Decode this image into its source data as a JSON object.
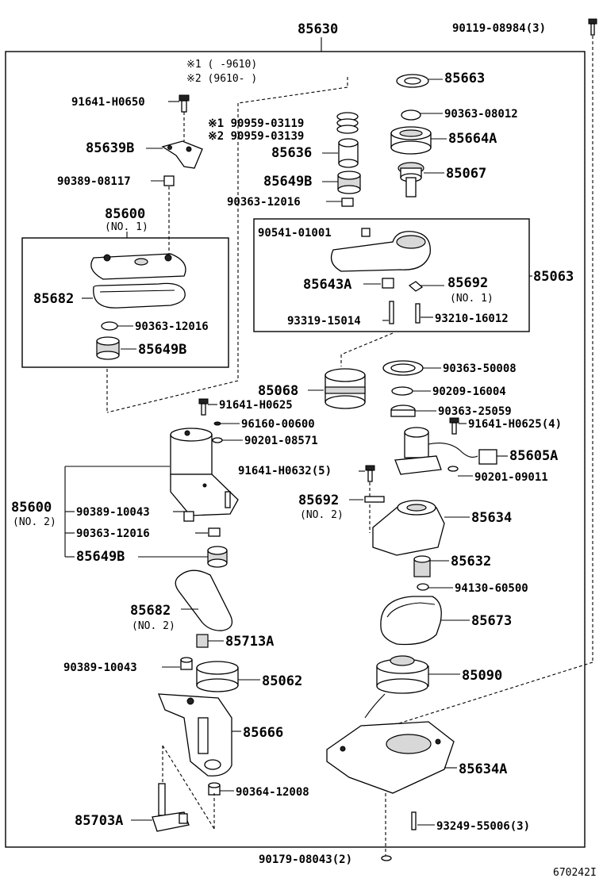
{
  "diagram_code": "670242I",
  "assembly_number": "85630",
  "notes": {
    "note1": "※1 (  -9610)",
    "note2": "※2 (9610-  )"
  },
  "subassemblies": {
    "a85600_1": {
      "number": "85600",
      "suffix": "(NO. 1)"
    },
    "a85600_2": {
      "number": "85600",
      "suffix": "(NO. 2)"
    },
    "a85063": {
      "number": "85063"
    }
  },
  "parts": {
    "p90119": "90119-08984(3)",
    "p85663": "85663",
    "p90363_08012": "90363-08012",
    "p85664A": "85664A",
    "p85067": "85067",
    "p91641_H0650": "91641-H0650",
    "p90959_03119": "※1 90959-03119",
    "p90959_03139": "※2 90959-03139",
    "p85636": "85636",
    "p85639B": "85639B",
    "p90389_08117": "90389-08117",
    "p85649B_top": "85649B",
    "p90363_12016_top": "90363-12016",
    "p90541_01001": "90541-01001",
    "p85643A": "85643A",
    "p85692_1": "85692",
    "p85692_1_suffix": "(NO. 1)",
    "p93319_15014": "93319-15014",
    "p93210_16012": "93210-16012",
    "p85682_1": "85682",
    "p90363_12016_box": "90363-12016",
    "p85649B_box": "85649B",
    "p90363_50008": "90363-50008",
    "p85068": "85068",
    "p90209_16004": "90209-16004",
    "p91641_H0625": "91641-H0625",
    "p90363_25059": "90363-25059",
    "p96160_00600": "96160-00600",
    "p91641_H0625_4": "91641-H0625(4)",
    "p90201_08571": "90201-08571",
    "p85605A": "85605A",
    "p91641_H0632": "91641-H0632(5)",
    "p90201_09011": "90201-09011",
    "p90389_10043_a": "90389-10043",
    "p85692_2": "85692",
    "p85692_2_suffix": "(NO. 2)",
    "p85634": "85634",
    "p90363_12016_low": "90363-12016",
    "p85649B_low": "85649B",
    "p85632": "85632",
    "p94130_60500": "94130-60500",
    "p85682_2": "85682",
    "p85682_2_suffix": "(NO. 2)",
    "p85673": "85673",
    "p85713A": "85713A",
    "p90389_10043_b": "90389-10043",
    "p85062": "85062",
    "p85090": "85090",
    "p85666": "85666",
    "p85634A": "85634A",
    "p90364_12008": "90364-12008",
    "p85703A": "85703A",
    "p93249_55006": "93249-55006(3)",
    "p90179_08043": "90179-08043(2)"
  }
}
